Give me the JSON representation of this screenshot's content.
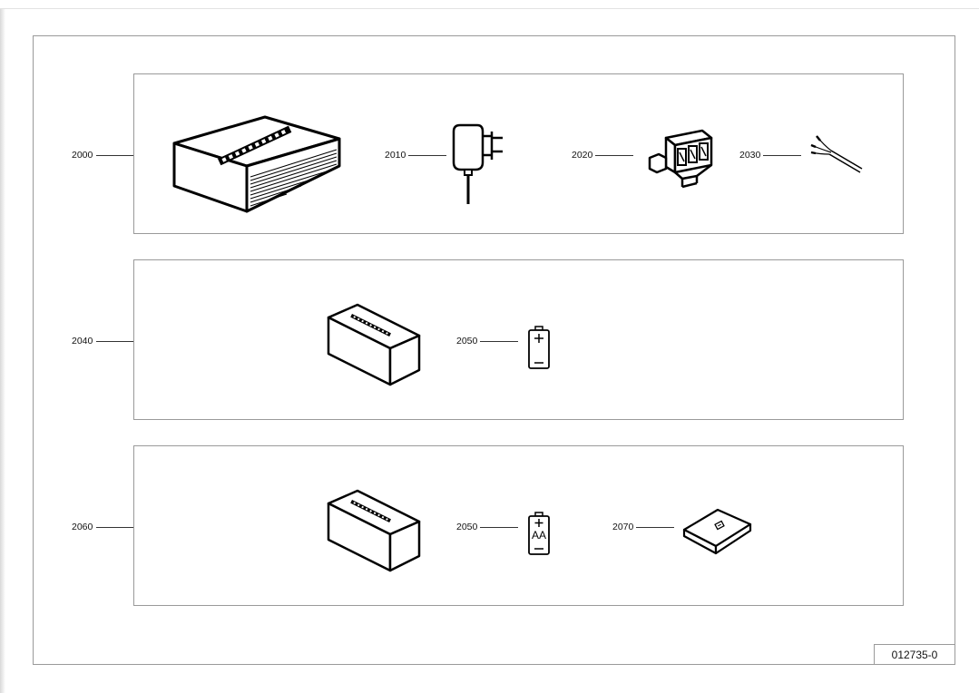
{
  "callouts": {
    "c2000": "2000",
    "c2010": "2010",
    "c2020": "2020",
    "c2030": "2030",
    "c2040": "2040",
    "c2050a": "2050",
    "c2060": "2060",
    "c2050b": "2050",
    "c2070": "2070"
  },
  "battery_label": "AA",
  "document_number": "012735-0"
}
